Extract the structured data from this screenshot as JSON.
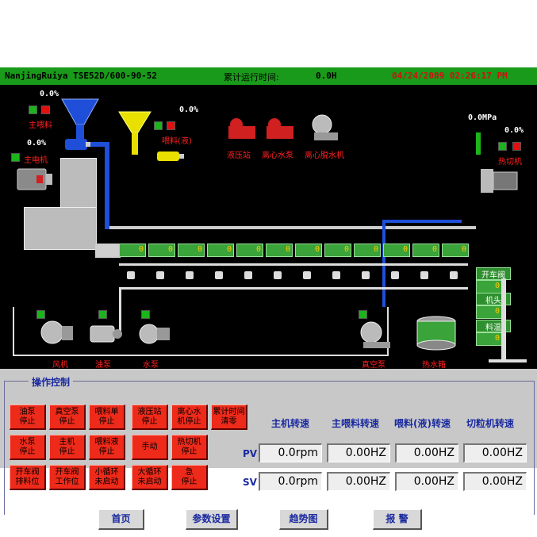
{
  "titlebar": {
    "model": "NanjingRuiya TSE52D/600-90-52",
    "runtime_label": "累计运行时间:",
    "runtime_value": "0.0H",
    "datetime": "04/24/2009 02:26:17  PM"
  },
  "process": {
    "main_feed_pct": "0.0%",
    "main_motor_pct": "0.0%",
    "liquid_feed_pct": "0.0%",
    "pressure": "0.0MPa",
    "cutter_pct": "0.0%",
    "labels": {
      "main_feed": "主喂料",
      "main_motor": "主电机",
      "liquid_feed": "喂料(液)",
      "hydraulic": "液压站",
      "centrifugal_pump": "离心水泵",
      "dewater": "离心脱水机",
      "cutter": "热切机",
      "valve": "开车阀",
      "head": "机头",
      "melt_temp": "料温",
      "fan": "风机",
      "oil_pump": "油泵",
      "water_pump": "水泵",
      "vacuum_pump": "真空泵",
      "water_tank": "热水箱"
    },
    "zone_values": [
      "0",
      "0",
      "0",
      "0",
      "0",
      "0",
      "0",
      "0",
      "0",
      "0",
      "0",
      "0"
    ],
    "side_values": [
      "0",
      "0",
      "0"
    ]
  },
  "control": {
    "title": "操作控制",
    "buttons": [
      [
        "油泵\n停止",
        "真空泵\n停止",
        "喂料单\n停止",
        "液压站\n停止",
        "离心水\n机停止",
        "累计时间\n清零"
      ],
      [
        "水泵\n停止",
        "主机\n停止",
        "喂料液\n停止",
        "手动",
        "热切机\n停止"
      ],
      [
        "开车阀\n排料位",
        "开车阀\n工作位",
        "小循环\n未启动",
        "大循环\n未启动",
        "急\n停止"
      ]
    ],
    "headers": [
      "主机转速",
      "主喂料转速",
      "喂料(液)转速",
      "切粒机转速"
    ],
    "pv_label": "PV",
    "sv_label": "SV",
    "pv": [
      "0.0rpm",
      "0.00HZ",
      "0.00HZ",
      "0.00HZ"
    ],
    "sv": [
      "0.0rpm",
      "0.00HZ",
      "0.00HZ",
      "0.00HZ"
    ]
  },
  "nav": {
    "home": "首页",
    "params": "参数设置",
    "trend": "趋势图",
    "alarm": "报 警"
  }
}
